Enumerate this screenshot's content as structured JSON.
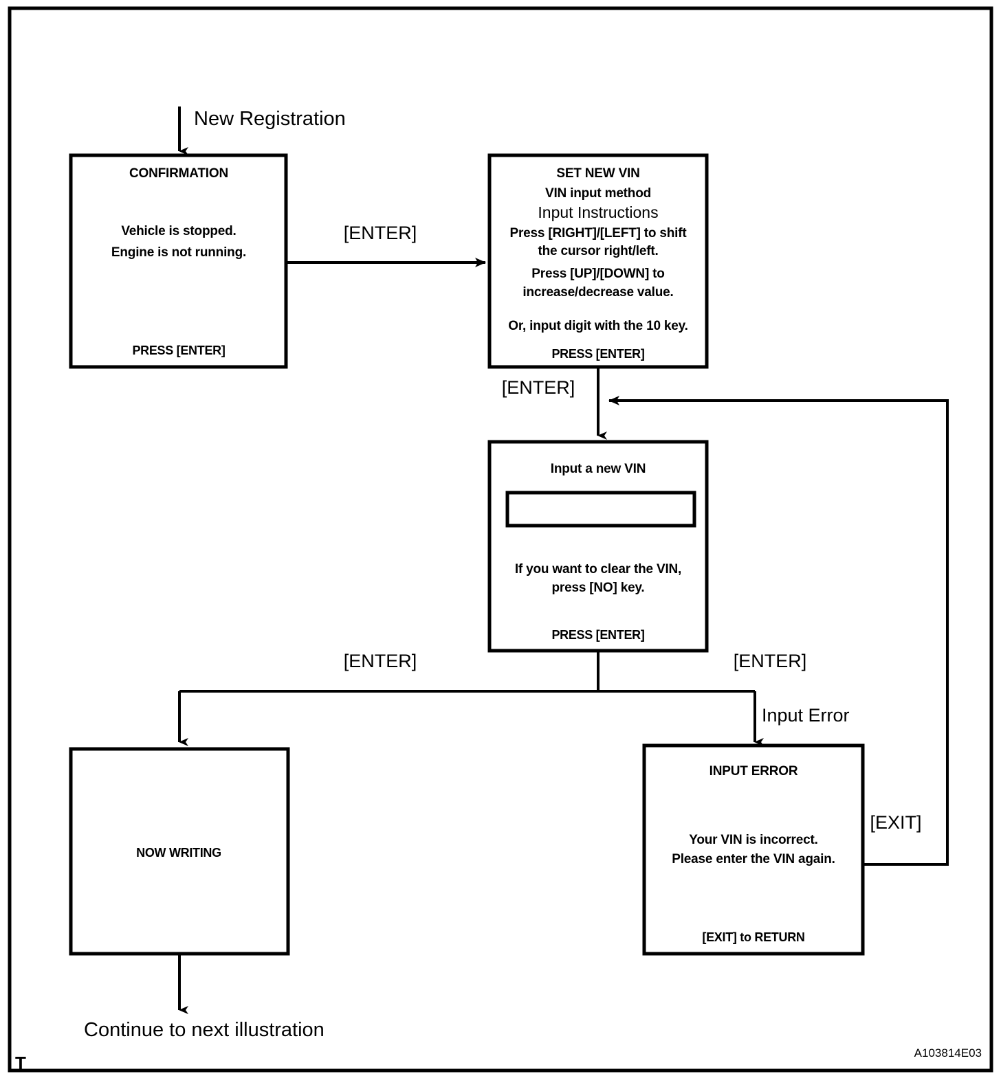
{
  "diagram": {
    "title_code": "A103814E03",
    "corner_mark": "T",
    "entry_label": "New Registration",
    "exit_caption": "Continue to next illustration",
    "colors": {
      "stroke": "#000000",
      "background": "#ffffff"
    }
  },
  "nodes": {
    "confirmation": {
      "heading": "CONFIRMATION",
      "body_line1": "Vehicle is stopped.",
      "body_line2": "Engine is not running.",
      "footer": "PRESS [ENTER]"
    },
    "set_new_vin": {
      "heading": "SET NEW VIN",
      "subheading": "VIN input method",
      "instructions_title": "Input Instructions",
      "line1": "Press [RIGHT]/[LEFT] to shift",
      "line2": "the cursor right/left.",
      "line3": "Press [UP]/[DOWN]  to",
      "line4": "increase/decrease value.",
      "line5": "Or, input digit with the 10 key.",
      "footer": "PRESS [ENTER]"
    },
    "input_vin": {
      "heading": "Input a new VIN",
      "field_value": "",
      "hint_line1": "If you want to clear the VIN,",
      "hint_line2": "press [NO] key.",
      "footer": "PRESS [ENTER]"
    },
    "now_writing": {
      "heading": "NOW WRITING"
    },
    "input_error": {
      "heading": "INPUT  ERROR",
      "body_line1": "Your VIN is incorrect.",
      "body_line2": "Please enter the VIN again.",
      "footer": "[EXIT] to RETURN"
    }
  },
  "edges": {
    "confirm_to_setvin": "[ENTER]",
    "setvin_to_inputvin": "[ENTER]",
    "inputvin_to_writing": "[ENTER]",
    "inputvin_to_error": "[ENTER]",
    "error_branch_note": "Input Error",
    "error_return": "[EXIT]"
  }
}
